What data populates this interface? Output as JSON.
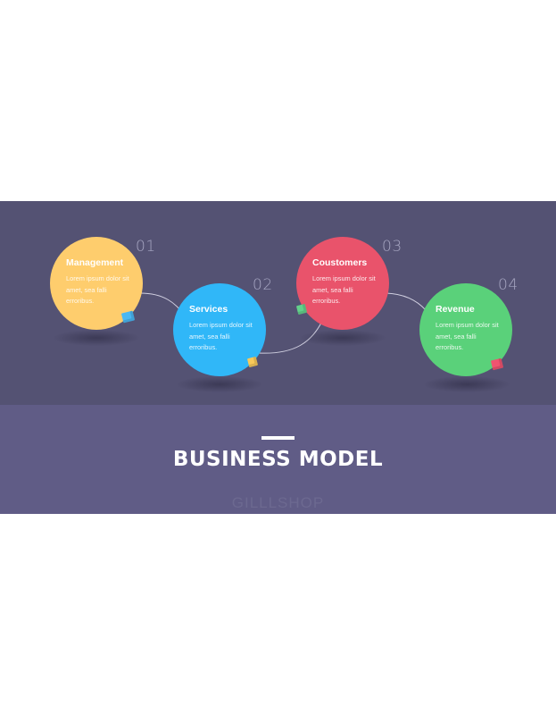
{
  "slide": {
    "title": "BUSINESS MODEL",
    "watermark": "GILLLSHOP"
  },
  "steps": [
    {
      "number": "01",
      "title": "Management",
      "body": "Lorem ipsum dolor sit amet, sea falli erroribus.",
      "color": "#fecd6d"
    },
    {
      "number": "02",
      "title": "Services",
      "body": "Lorem ipsum dolor sit amet, sea falli erroribus.",
      "color": "#30b7f8"
    },
    {
      "number": "03",
      "title": "Coustomers",
      "body": "Lorem ipsum dolor sit amet, sea falli erroribus.",
      "color": "#e9536b"
    },
    {
      "number": "04",
      "title": "Revenue",
      "body": "Lorem ipsum dolor sit amet, sea falli erroribus.",
      "color": "#5ad17a"
    }
  ],
  "colors": {
    "panel_top": "#545273",
    "panel_bottom": "#605c86",
    "connector": "#d0cfe0",
    "cube_blue": "#4ab8f4",
    "cube_yellow": "#f8c95a",
    "cube_green": "#63d18b",
    "cube_red": "#ef5470"
  }
}
